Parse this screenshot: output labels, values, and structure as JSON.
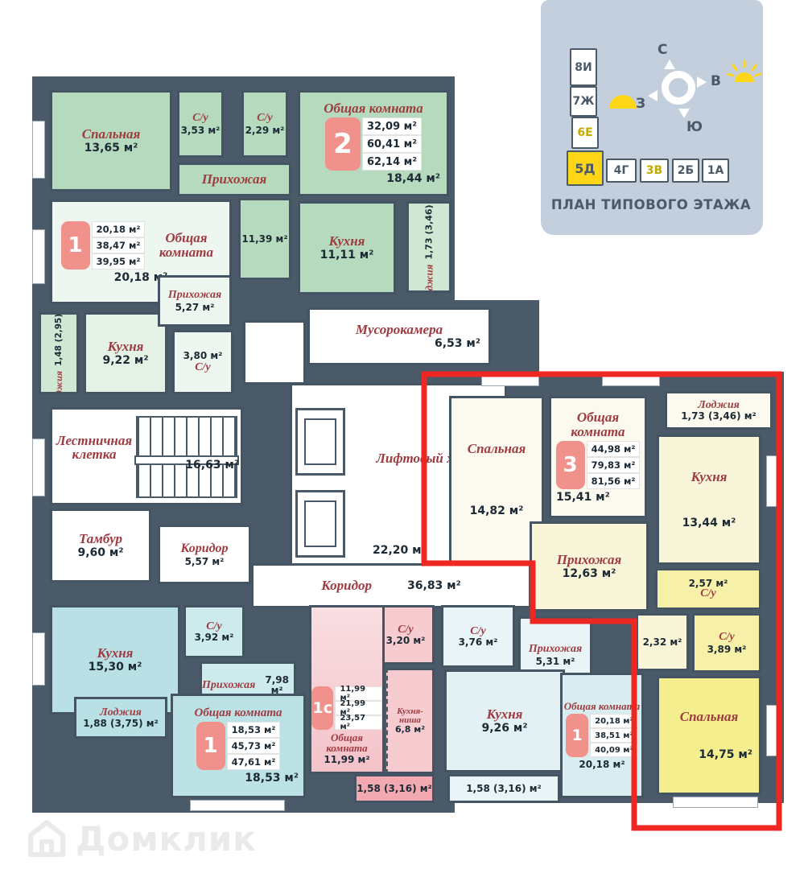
{
  "watermark": {
    "label": "Домклик"
  },
  "minimap": {
    "title": "ПЛАН ТИПОВОГО ЭТАЖА",
    "compass": {
      "n": "С",
      "e": "В",
      "s": "Ю",
      "w": "З"
    },
    "blocks_vertical": [
      "8И",
      "7Ж",
      "6Е"
    ],
    "block_highlighted": "5Д",
    "blocks_horizontal": [
      "4Г",
      "3В",
      "2Б",
      "1А"
    ]
  },
  "colors": {
    "wall": "#4a5a68",
    "highlight_outline": "#ee2722",
    "apartment_badge": "#f0918c",
    "room_label": "#9e3b41",
    "minimap_bg": "#c3cfdd",
    "minimap_highlight": "#ffd616"
  },
  "plan": {
    "apartments": [
      {
        "badge": "1",
        "values": [
          "20,18 м²",
          "38,47 м²",
          "39,95 м²"
        ]
      },
      {
        "badge": "2",
        "values": [
          "32,09 м²",
          "60,41 м²",
          "62,14 м²"
        ]
      },
      {
        "badge": "3",
        "values": [
          "44,98 м²",
          "79,83 м²",
          "81,56 м²"
        ]
      },
      {
        "badge": "1",
        "values": [
          "18,53 м²",
          "45,73 м²",
          "47,61 м²"
        ]
      },
      {
        "badge": "1с",
        "values": [
          "11,99 м²",
          "21,99 м²",
          "23,57 м²"
        ]
      },
      {
        "badge": "1",
        "values": [
          "20,18 м²",
          "38,51 м²",
          "40,09 м²"
        ]
      }
    ],
    "rooms": [
      {
        "name": "Спальная",
        "area": "13,65 м²"
      },
      {
        "name": "С/у",
        "area": "3,53 м²"
      },
      {
        "name": "С/у",
        "area": "2,29 м²"
      },
      {
        "name": "Прихожая",
        "area": "11,39 м²"
      },
      {
        "name": "Общая комната",
        "area": "18,44 м²"
      },
      {
        "name": "Кухня",
        "area": "11,11 м²"
      },
      {
        "name": "Лоджия",
        "area": "1,73 (3,46) м²"
      },
      {
        "name": "Общая комната",
        "area": "20,18 м²"
      },
      {
        "name": "Прихожая",
        "area": "5,27 м²"
      },
      {
        "name": "Кухня",
        "area": "9,22 м²"
      },
      {
        "name": "Лоджия",
        "area": "1,48 (2,95) м²"
      },
      {
        "name": "С/у",
        "area": "3,80 м²"
      },
      {
        "name": "Мусорокамера",
        "area": "6,53 м²"
      },
      {
        "name": "Лестничная клетка",
        "area": "16,63 м²"
      },
      {
        "name": "Тамбур",
        "area": "9,60 м²"
      },
      {
        "name": "Коридор",
        "area": "5,57 м²"
      },
      {
        "name": "Лифтовый холл",
        "area": "22,20 м²"
      },
      {
        "name": "Коридор",
        "area": "36,83 м²"
      },
      {
        "name": "Спальная",
        "area": "14,82 м²"
      },
      {
        "name": "Общая комната",
        "area": "15,41 м²"
      },
      {
        "name": "Лоджия",
        "area": "1,73 (3,46) м²"
      },
      {
        "name": "Кухня",
        "area": "13,44 м²"
      },
      {
        "name": "Прихожая",
        "area": "12,63 м²"
      },
      {
        "name": "С/у",
        "area": "2,57 м²"
      },
      {
        "name": "",
        "area": "2,32 м²"
      },
      {
        "name": "С/у",
        "area": "3,89 м²"
      },
      {
        "name": "Спальная",
        "area": "14,75 м²"
      },
      {
        "name": "Кухня",
        "area": "15,30 м²"
      },
      {
        "name": "С/у",
        "area": "3,92 м²"
      },
      {
        "name": "Прихожая",
        "area": "7,98 м²"
      },
      {
        "name": "Лоджия",
        "area": "1,88 (3,75) м²"
      },
      {
        "name": "Общая комната",
        "area": "18,53 м²"
      },
      {
        "name": "С/у",
        "area": "3,20 м²"
      },
      {
        "name": "Общая комната",
        "area": "11,99 м²"
      },
      {
        "name": "Кухня-ниша",
        "area": "6,8 м²"
      },
      {
        "name": "",
        "area": "1,58 (3,16) м²"
      },
      {
        "name": "С/у",
        "area": "3,76 м²"
      },
      {
        "name": "Прихожая",
        "area": "5,31 м²"
      },
      {
        "name": "Кухня",
        "area": "9,26 м²"
      },
      {
        "name": "Общая комната",
        "area": "20,18 м²"
      },
      {
        "name": "",
        "area": "1,58 (3,16) м²"
      }
    ]
  }
}
